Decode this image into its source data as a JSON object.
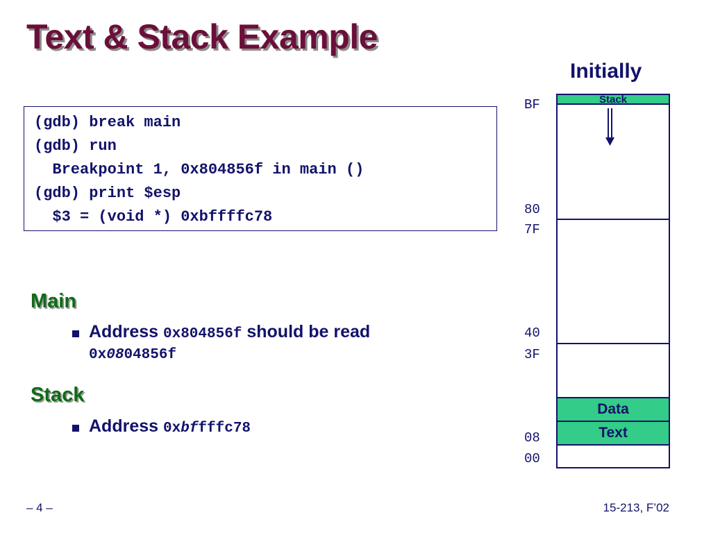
{
  "slide": {
    "title": "Text & Stack Example",
    "subtitle": "Initially",
    "gdb_lines": [
      "(gdb) break main",
      "(gdb) run",
      "  Breakpoint 1, 0x804856f in main ()",
      "(gdb) print $esp",
      "  $3 = (void *) 0xbffffc78"
    ],
    "main": {
      "heading": "Main",
      "bullet_prefix": "Address ",
      "bullet_addr": "0x804856f",
      "bullet_suffix": " should be read",
      "read_prefix": "0x",
      "read_italic": "08",
      "read_rest": "04856f"
    },
    "stack": {
      "heading": "Stack",
      "bullet_prefix": "Address ",
      "addr_prefix": "0x",
      "addr_italic": "bf",
      "addr_rest": "fffc78"
    },
    "memory": {
      "addresses": [
        "BF",
        "80",
        "7F",
        "40",
        "3F",
        "08",
        "00"
      ],
      "stack_label": "Stack",
      "data_label": "Data",
      "text_label": "Text"
    },
    "footer": {
      "left": "– 4 –",
      "right": "15-213, F’02"
    },
    "colors": {
      "title": "#6b0f3a",
      "heading": "#0e6b16",
      "text": "#12126b",
      "segment": "#33cc88"
    }
  }
}
